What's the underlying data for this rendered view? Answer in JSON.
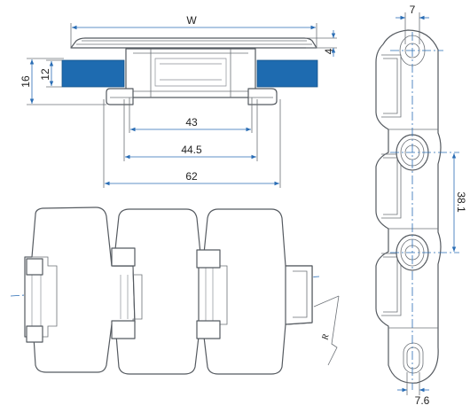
{
  "dimensions": {
    "width_label": "W",
    "thickness_label": "4",
    "height_outer_label": "16",
    "height_inner_label": "12",
    "inner_width_43": "43",
    "inner_width_44_5": "44.5",
    "overall_62": "62",
    "top_7": "7",
    "pitch_38_1": "38.1",
    "bottom_7_6": "7.6",
    "radius_label": "R"
  },
  "colors": {
    "dimension_line": "#2a6db5",
    "pad_fill": "#1e6bb0",
    "outline": "#555a60"
  }
}
